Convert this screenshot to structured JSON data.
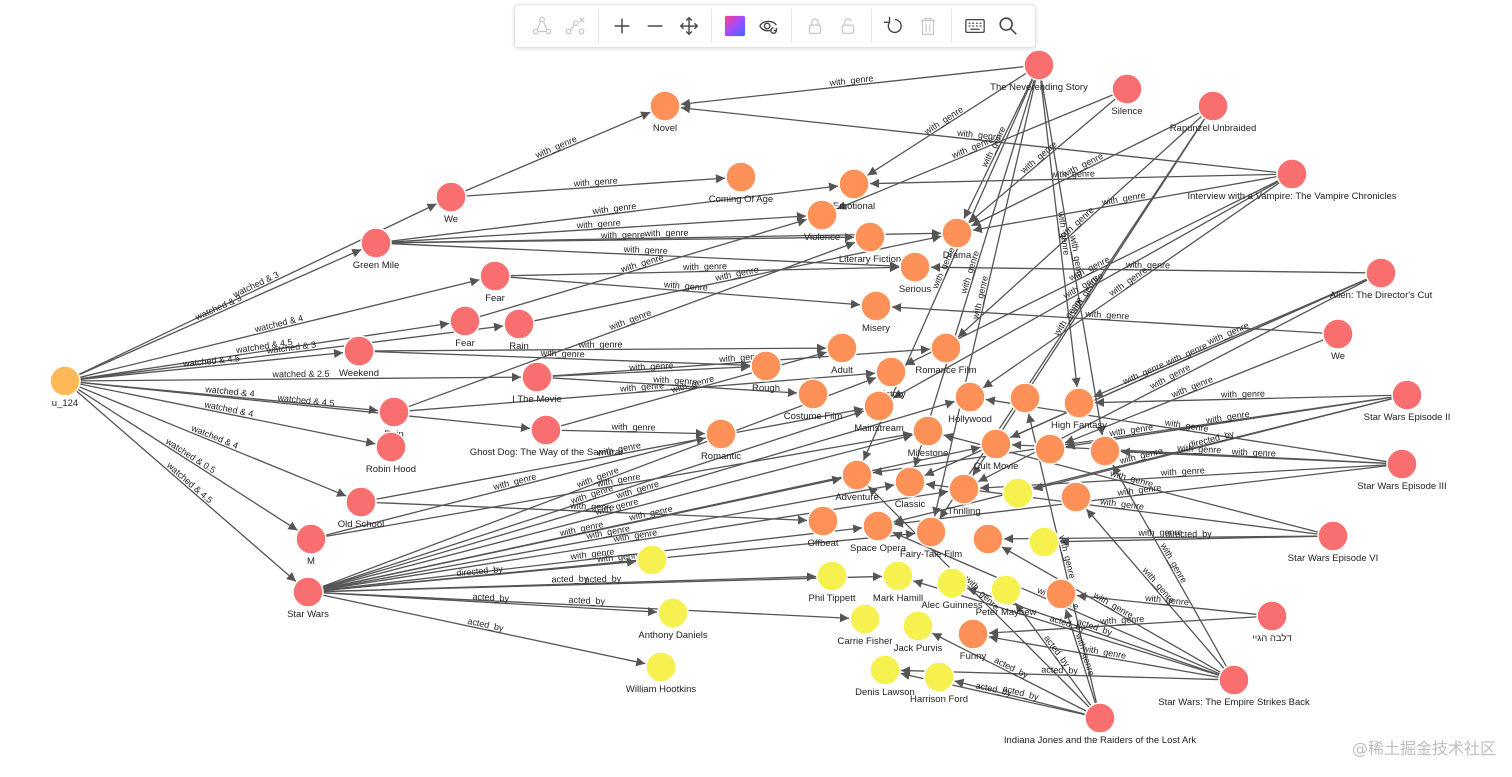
{
  "toolbar": {
    "buttons": [
      {
        "name": "add-edge-button",
        "icon": "add-edge-icon",
        "enabled": false
      },
      {
        "name": "delete-edge-button",
        "icon": "delete-edge-icon",
        "enabled": false
      },
      {
        "sep": true
      },
      {
        "name": "zoom-in-button",
        "icon": "plus-icon",
        "enabled": true
      },
      {
        "name": "zoom-out-button",
        "icon": "minus-icon",
        "enabled": true
      },
      {
        "name": "pan-button",
        "icon": "move-icon",
        "enabled": true
      },
      {
        "sep": true
      },
      {
        "name": "color-button",
        "icon": "gradient-color-icon",
        "enabled": true
      },
      {
        "name": "visibility-button",
        "icon": "eye-refresh-icon",
        "enabled": true
      },
      {
        "sep": true
      },
      {
        "name": "lock-button",
        "icon": "lock-icon",
        "enabled": false
      },
      {
        "name": "unlock-button",
        "icon": "unlock-icon",
        "enabled": false
      },
      {
        "sep": true
      },
      {
        "name": "undo-button",
        "icon": "undo-icon",
        "enabled": true
      },
      {
        "name": "delete-button",
        "icon": "trash-icon",
        "enabled": false
      },
      {
        "sep": true
      },
      {
        "name": "keyboard-button",
        "icon": "keyboard-icon",
        "enabled": true
      },
      {
        "name": "search-button",
        "icon": "search-icon",
        "enabled": true
      }
    ]
  },
  "colors": {
    "user": "#ffb957",
    "movie": "#f96e6e",
    "genre": "#fd9158",
    "person": "#f7f14f",
    "edge": "#555555"
  },
  "watermark": "@稀土掘金技术社区",
  "nodes": [
    {
      "id": "u_124",
      "label": "u_124",
      "type": "user"
    },
    {
      "id": "we1",
      "label": "We",
      "type": "movie"
    },
    {
      "id": "greenmile",
      "label": "Green Mile",
      "type": "movie"
    },
    {
      "id": "fear1",
      "label": "Fear",
      "type": "movie"
    },
    {
      "id": "fear2",
      "label": "Fear",
      "type": "movie"
    },
    {
      "id": "rain1",
      "label": "Rain",
      "type": "movie"
    },
    {
      "id": "weekend",
      "label": "Weekend",
      "type": "movie"
    },
    {
      "id": "imovie",
      "label": "I The Movie",
      "type": "movie"
    },
    {
      "id": "rain2",
      "label": "Rain",
      "type": "movie"
    },
    {
      "id": "robinhood",
      "label": "Robin Hood",
      "type": "movie"
    },
    {
      "id": "ghostdog",
      "label": "Ghost Dog: The Way of the Samurai",
      "type": "movie"
    },
    {
      "id": "oldschool",
      "label": "Old School",
      "type": "movie"
    },
    {
      "id": "m",
      "label": "M",
      "type": "movie"
    },
    {
      "id": "starwars",
      "label": "Star Wars",
      "type": "movie"
    },
    {
      "id": "neverending",
      "label": "The Neverending Story",
      "type": "movie"
    },
    {
      "id": "silence",
      "label": "Silence",
      "type": "movie"
    },
    {
      "id": "rapunzel",
      "label": "Rapunzel Unbraided",
      "type": "movie"
    },
    {
      "id": "vampire",
      "label": "Interview with a Vampire: The Vampire Chronicles",
      "type": "movie"
    },
    {
      "id": "alien",
      "label": "Alien: The Director's Cut",
      "type": "movie"
    },
    {
      "id": "we2",
      "label": "We",
      "type": "movie"
    },
    {
      "id": "sw2",
      "label": "Star Wars Episode II",
      "type": "movie"
    },
    {
      "id": "sw3",
      "label": "Star Wars Episode III",
      "type": "movie"
    },
    {
      "id": "sw6",
      "label": "Star Wars Episode VI",
      "type": "movie"
    },
    {
      "id": "hebrew",
      "label": "דלבה הגיי",
      "type": "movie"
    },
    {
      "id": "empire",
      "label": "Star Wars: The Empire Strikes Back",
      "type": "movie"
    },
    {
      "id": "indiana",
      "label": "Indiana Jones and the Raiders of the Lost Ark",
      "type": "movie"
    },
    {
      "id": "novel",
      "label": "Novel",
      "type": "genre"
    },
    {
      "id": "comingofage",
      "label": "Coming Of Age",
      "type": "genre"
    },
    {
      "id": "emotional",
      "label": "Emotional",
      "type": "genre"
    },
    {
      "id": "violence",
      "label": "Violence",
      "type": "genre"
    },
    {
      "id": "litfiction",
      "label": "Literary Fiction",
      "type": "genre"
    },
    {
      "id": "drama",
      "label": "Drama",
      "type": "genre"
    },
    {
      "id": "serious",
      "label": "Serious",
      "type": "genre"
    },
    {
      "id": "misery",
      "label": "Misery",
      "type": "genre"
    },
    {
      "id": "adult",
      "label": "Adult",
      "type": "genre"
    },
    {
      "id": "rough",
      "label": "Rough",
      "type": "genre"
    },
    {
      "id": "romancefilm",
      "label": "Romance Film",
      "type": "genre"
    },
    {
      "id": "history",
      "label": "History",
      "type": "genre"
    },
    {
      "id": "costumefilm",
      "label": "Costume Film",
      "type": "genre"
    },
    {
      "id": "mainstream",
      "label": "Mainstream",
      "type": "genre"
    },
    {
      "id": "romantic",
      "label": "Romantic",
      "type": "genre"
    },
    {
      "id": "milestone",
      "label": "Milestone",
      "type": "genre"
    },
    {
      "id": "hollywood",
      "label": "Hollywood",
      "type": "genre"
    },
    {
      "id": "highfantasy",
      "label": "High Fantasy",
      "type": "genre"
    },
    {
      "id": "g_a",
      "label": "",
      "type": "genre"
    },
    {
      "id": "cultmovie",
      "label": "Cult Movie",
      "type": "genre"
    },
    {
      "id": "g_b",
      "label": "",
      "type": "genre"
    },
    {
      "id": "g_c",
      "label": "",
      "type": "genre"
    },
    {
      "id": "adventure",
      "label": "Adventure",
      "type": "genre"
    },
    {
      "id": "classic",
      "label": "Classic",
      "type": "genre"
    },
    {
      "id": "thrilling",
      "label": "Thrilling",
      "type": "genre"
    },
    {
      "id": "g_d",
      "label": "",
      "type": "genre"
    },
    {
      "id": "offbeat",
      "label": "Offbeat",
      "type": "genre"
    },
    {
      "id": "spaceopera",
      "label": "Space Opera",
      "type": "genre"
    },
    {
      "id": "fairytale",
      "label": "Fairy-Tale Film",
      "type": "genre"
    },
    {
      "id": "g_e",
      "label": "",
      "type": "genre"
    },
    {
      "id": "g_f",
      "label": "",
      "type": "genre"
    },
    {
      "id": "funny",
      "label": "Funny",
      "type": "genre"
    },
    {
      "id": "p_a",
      "label": "",
      "type": "person"
    },
    {
      "id": "p_b",
      "label": "",
      "type": "person"
    },
    {
      "id": "p_c",
      "label": "",
      "type": "person"
    },
    {
      "id": "philtippett",
      "label": "Phil Tippett",
      "type": "person"
    },
    {
      "id": "markhamill",
      "label": "Mark Hamill",
      "type": "person"
    },
    {
      "id": "alecguinness",
      "label": "Alec Guinness",
      "type": "person"
    },
    {
      "id": "petermayhew",
      "label": "Peter Mayhew",
      "type": "person"
    },
    {
      "id": "anthonydaniels",
      "label": "Anthony Daniels",
      "type": "person"
    },
    {
      "id": "carriefisher",
      "label": "Carrie Fisher",
      "type": "person"
    },
    {
      "id": "jackpurvis",
      "label": "Jack Purvis",
      "type": "person"
    },
    {
      "id": "williamhootkins",
      "label": "William Hootkins",
      "type": "person"
    },
    {
      "id": "denisbyson",
      "label": "Denis Lawson",
      "type": "person"
    },
    {
      "id": "harrisonford",
      "label": "Harrison Ford",
      "type": "person"
    }
  ],
  "edges": [
    {
      "s": "u_124",
      "t": "we1",
      "label": "watched & 3"
    },
    {
      "s": "u_124",
      "t": "greenmile",
      "label": "watched & 3"
    },
    {
      "s": "u_124",
      "t": "fear2",
      "label": "watched & 4.5"
    },
    {
      "s": "u_124",
      "t": "weekend",
      "label": "watched & 4.5"
    },
    {
      "s": "u_124",
      "t": "fear1",
      "label": "watched & 4"
    },
    {
      "s": "u_124",
      "t": "rain1",
      "label": "watched & 3"
    },
    {
      "s": "u_124",
      "t": "imovie",
      "label": "watched & 2.5"
    },
    {
      "s": "u_124",
      "t": "rain2",
      "label": "watched & 4"
    },
    {
      "s": "u_124",
      "t": "robinhood",
      "label": "watched & 4"
    },
    {
      "s": "u_124",
      "t": "ghostdog",
      "label": "watched & 4.5"
    },
    {
      "s": "u_124",
      "t": "oldschool",
      "label": "watched & 4"
    },
    {
      "s": "u_124",
      "t": "m",
      "label": "watched & 0.5"
    },
    {
      "s": "u_124",
      "t": "starwars",
      "label": "watched & 4.5"
    },
    {
      "s": "we1",
      "t": "novel",
      "label": "with_genre"
    },
    {
      "s": "we1",
      "t": "comingofage",
      "label": "with_genre"
    },
    {
      "s": "greenmile",
      "t": "emotional",
      "label": "with_genre"
    },
    {
      "s": "greenmile",
      "t": "violence",
      "label": "with_genre"
    },
    {
      "s": "greenmile",
      "t": "litfiction",
      "label": "with_genre"
    },
    {
      "s": "greenmile",
      "t": "drama",
      "label": "with_genre"
    },
    {
      "s": "greenmile",
      "t": "serious",
      "label": "with_genre"
    },
    {
      "s": "fear1",
      "t": "misery",
      "label": "with_genre"
    },
    {
      "s": "fear1",
      "t": "serious",
      "label": "with_genre"
    },
    {
      "s": "fear2",
      "t": "violence",
      "label": "with_genre"
    },
    {
      "s": "rain1",
      "t": "drama",
      "label": "with_genre"
    },
    {
      "s": "weekend",
      "t": "rough",
      "label": "with_genre"
    },
    {
      "s": "weekend",
      "t": "adult",
      "label": "with_genre"
    },
    {
      "s": "imovie",
      "t": "romancefilm",
      "label": "with_genre"
    },
    {
      "s": "imovie",
      "t": "costumefilm",
      "label": "with_genre"
    },
    {
      "s": "imovie",
      "t": "rough",
      "label": "with_genre"
    },
    {
      "s": "rain2",
      "t": "litfiction",
      "label": "with_genre"
    },
    {
      "s": "rain2",
      "t": "history",
      "label": "with_genre"
    },
    {
      "s": "ghostdog",
      "t": "adult",
      "label": "with_genre"
    },
    {
      "s": "ghostdog",
      "t": "romantic",
      "label": "with_genre"
    },
    {
      "s": "oldschool",
      "t": "mainstream",
      "label": "with_genre"
    },
    {
      "s": "oldschool",
      "t": "offbeat",
      "label": "with_genre"
    },
    {
      "s": "m",
      "t": "romantic",
      "label": "with_genre"
    },
    {
      "s": "m",
      "t": "milestone",
      "label": "with_genre"
    },
    {
      "s": "starwars",
      "t": "adventure",
      "label": "with_genre"
    },
    {
      "s": "starwars",
      "t": "classic",
      "label": "with_genre"
    },
    {
      "s": "starwars",
      "t": "spaceopera",
      "label": "with_genre"
    },
    {
      "s": "starwars",
      "t": "fairytale",
      "label": "with_genre"
    },
    {
      "s": "starwars",
      "t": "milestone",
      "label": "with_genre"
    },
    {
      "s": "starwars",
      "t": "cultmovie",
      "label": "with_genre"
    },
    {
      "s": "starwars",
      "t": "hollywood",
      "label": "with_genre"
    },
    {
      "s": "starwars",
      "t": "thrilling",
      "label": "with_genre"
    },
    {
      "s": "starwars",
      "t": "mainstream",
      "label": "with_genre"
    },
    {
      "s": "starwars",
      "t": "history",
      "label": "with_genre"
    },
    {
      "s": "starwars",
      "t": "p_a",
      "label": "directed_by"
    },
    {
      "s": "starwars",
      "t": "philtippett",
      "label": "acted_by"
    },
    {
      "s": "starwars",
      "t": "anthonydaniels",
      "label": "acted_by"
    },
    {
      "s": "starwars",
      "t": "williamhootkins",
      "label": "acted_by"
    },
    {
      "s": "starwars",
      "t": "carriefisher",
      "label": "acted_by"
    },
    {
      "s": "starwars",
      "t": "markhamill",
      "label": "acted_by"
    },
    {
      "s": "neverending",
      "t": "novel",
      "label": "with_genre"
    },
    {
      "s": "neverending",
      "t": "emotional",
      "label": "with_genre"
    },
    {
      "s": "neverending",
      "t": "drama",
      "label": "with_genre"
    },
    {
      "s": "neverending",
      "t": "highfantasy",
      "label": "with_genre"
    },
    {
      "s": "neverending",
      "t": "g_c",
      "label": "with_genre"
    },
    {
      "s": "neverending",
      "t": "fairytale",
      "label": "with_genre"
    },
    {
      "s": "neverending",
      "t": "adventure",
      "label": "with_genre"
    },
    {
      "s": "neverending",
      "t": "classic",
      "label": "with_genre"
    },
    {
      "s": "silence",
      "t": "violence",
      "label": "with_genre"
    },
    {
      "s": "silence",
      "t": "drama",
      "label": "with_genre"
    },
    {
      "s": "rapunzel",
      "t": "drama",
      "label": "with_genre"
    },
    {
      "s": "rapunzel",
      "t": "fairytale",
      "label": "with_genre"
    },
    {
      "s": "rapunzel",
      "t": "romancefilm",
      "label": "with_genre"
    },
    {
      "s": "rapunzel",
      "t": "thrilling",
      "label": "with_genre"
    },
    {
      "s": "vampire",
      "t": "novel",
      "label": "with_genre"
    },
    {
      "s": "vampire",
      "t": "emotional",
      "label": "with_genre"
    },
    {
      "s": "vampire",
      "t": "drama",
      "label": "with_genre"
    },
    {
      "s": "vampire",
      "t": "history",
      "label": "with_genre"
    },
    {
      "s": "vampire",
      "t": "hollywood",
      "label": "with_genre"
    },
    {
      "s": "vampire",
      "t": "mainstream",
      "label": "with_genre"
    },
    {
      "s": "alien",
      "t": "serious",
      "label": "with_genre"
    },
    {
      "s": "alien",
      "t": "thrilling",
      "label": "with_genre"
    },
    {
      "s": "alien",
      "t": "highfantasy",
      "label": "with_genre"
    },
    {
      "s": "alien",
      "t": "cultmovie",
      "label": "with_genre"
    },
    {
      "s": "alien",
      "t": "classic",
      "label": "with_genre"
    },
    {
      "s": "we2",
      "t": "misery",
      "label": "with_genre"
    },
    {
      "s": "we2",
      "t": "g_b",
      "label": "with_genre"
    },
    {
      "s": "sw2",
      "t": "highfantasy",
      "label": "with_genre"
    },
    {
      "s": "sw2",
      "t": "spaceopera",
      "label": "with_genre"
    },
    {
      "s": "sw2",
      "t": "adventure",
      "label": "with_genre"
    },
    {
      "s": "sw2",
      "t": "g_b",
      "label": "with_genre"
    },
    {
      "s": "sw2",
      "t": "p_b",
      "label": "directed_by"
    },
    {
      "s": "sw3",
      "t": "hollywood",
      "label": "with_genre"
    },
    {
      "s": "sw3",
      "t": "g_c",
      "label": "with_genre"
    },
    {
      "s": "sw3",
      "t": "cultmovie",
      "label": "with_genre"
    },
    {
      "s": "sw3",
      "t": "thrilling",
      "label": "with_genre"
    },
    {
      "s": "sw3",
      "t": "spaceopera",
      "label": "with_genre"
    },
    {
      "s": "sw6",
      "t": "milestone",
      "label": "with_genre"
    },
    {
      "s": "sw6",
      "t": "g_e",
      "label": "with_genre"
    },
    {
      "s": "sw6",
      "t": "p_c",
      "label": "directed_by"
    },
    {
      "s": "sw6",
      "t": "classic",
      "label": "with_genre"
    },
    {
      "s": "hebrew",
      "t": "g_f",
      "label": "with_genre"
    },
    {
      "s": "hebrew",
      "t": "funny",
      "label": "with_genre"
    },
    {
      "s": "empire",
      "t": "markhamill",
      "label": "acted_by"
    },
    {
      "s": "empire",
      "t": "alecguinness",
      "label": "acted_by"
    },
    {
      "s": "empire",
      "t": "denisbyson",
      "label": "acted_by"
    },
    {
      "s": "empire",
      "t": "funny",
      "label": "with_genre"
    },
    {
      "s": "empire",
      "t": "g_e",
      "label": "with_genre"
    },
    {
      "s": "empire",
      "t": "spaceopera",
      "label": "with_genre"
    },
    {
      "s": "empire",
      "t": "g_c",
      "label": "with_genre"
    },
    {
      "s": "empire",
      "t": "g_d",
      "label": "with_genre"
    },
    {
      "s": "indiana",
      "t": "harrisonford",
      "label": "acted_by"
    },
    {
      "s": "indiana",
      "t": "jackpurvis",
      "label": "acted_by"
    },
    {
      "s": "indiana",
      "t": "petermayhew",
      "label": "acted_by"
    },
    {
      "s": "indiana",
      "t": "g_f",
      "label": "with_genre"
    },
    {
      "s": "indiana",
      "t": "adventure",
      "label": "with_genre"
    },
    {
      "s": "indiana",
      "t": "g_a",
      "label": "with_genre"
    },
    {
      "s": "indiana",
      "t": "denisbyson",
      "label": "acted_by"
    }
  ]
}
